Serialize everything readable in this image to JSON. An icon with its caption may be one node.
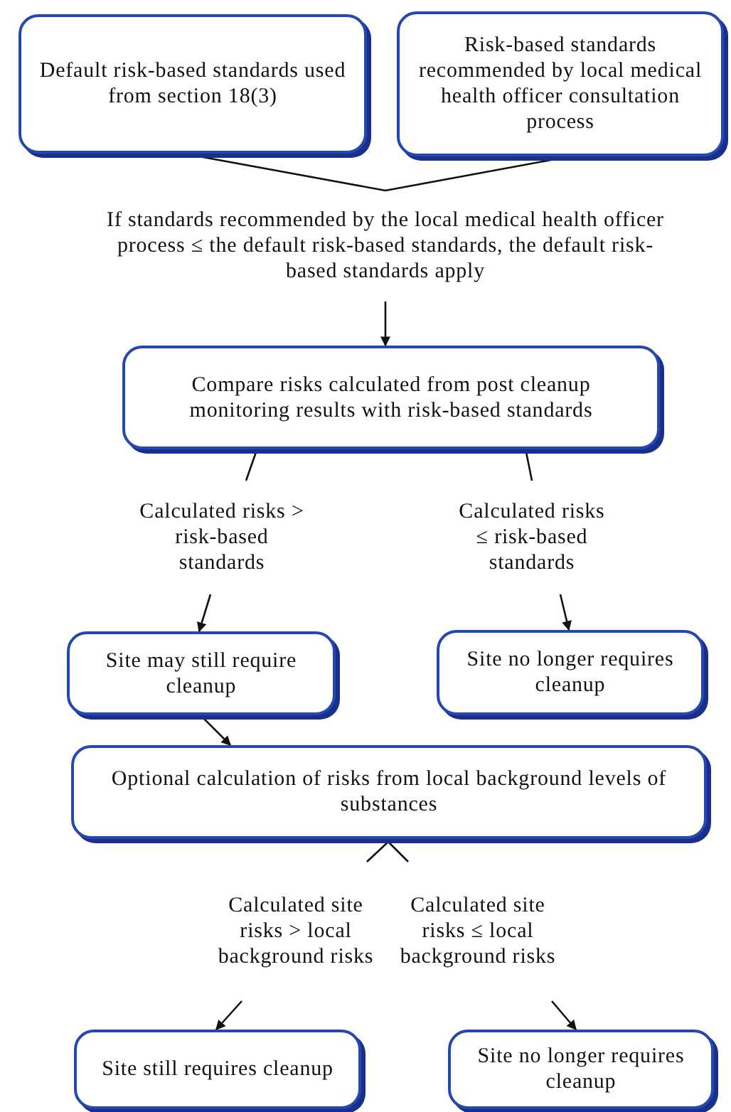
{
  "diagram": {
    "nodes": [
      {
        "text": [
          "Default risk-based standards used from section 18(3)"
        ]
      },
      {
        "text": [
          "Risk-based standards recommended by local medical health officer consultation process"
        ]
      },
      {
        "text": [
          "If standards recommended by the local medical health officer process ≤ the default risk-based standards, the default risk-based standards apply"
        ]
      },
      {
        "text": [
          "Compare risks calculated from post cleanup monitoring results with risk-based standards"
        ]
      },
      {
        "text": [
          "Calculated risks > risk-based standards"
        ]
      },
      {
        "text": [
          "Calculated risks ≤ risk-based standards"
        ]
      },
      {
        "text": [
          "Site may still require cleanup"
        ]
      },
      {
        "text": [
          "Site no longer requires cleanup"
        ]
      },
      {
        "text": [
          "Optional calculation of risks from local background levels of substances"
        ]
      },
      {
        "text": [
          "Calculated site risks > local background risks"
        ]
      },
      {
        "text": [
          "Calculated site risks ≤ local background risks"
        ]
      },
      {
        "text": [
          "Site still requires cleanup"
        ]
      },
      {
        "text": [
          "Site no longer requires cleanup"
        ]
      }
    ],
    "edges": [
      {
        "from": 0,
        "to": 2,
        "arrow": "none"
      },
      {
        "from": 1,
        "to": 2,
        "arrow": "none"
      },
      {
        "from": 2,
        "to": 3,
        "arrow": "to"
      },
      {
        "from": 3,
        "to": 4,
        "arrow": "none"
      },
      {
        "from": 3,
        "to": 5,
        "arrow": "none"
      },
      {
        "from": 4,
        "to": 6,
        "arrow": "to"
      },
      {
        "from": 5,
        "to": 7,
        "arrow": "to"
      },
      {
        "from": 6,
        "to": 8,
        "arrow": "to"
      },
      {
        "from": 8,
        "to": 9,
        "arrow": "none"
      },
      {
        "from": 8,
        "to": 10,
        "arrow": "none"
      },
      {
        "from": 9,
        "to": 11,
        "arrow": "to"
      },
      {
        "from": 10,
        "to": 12,
        "arrow": "to"
      }
    ]
  }
}
